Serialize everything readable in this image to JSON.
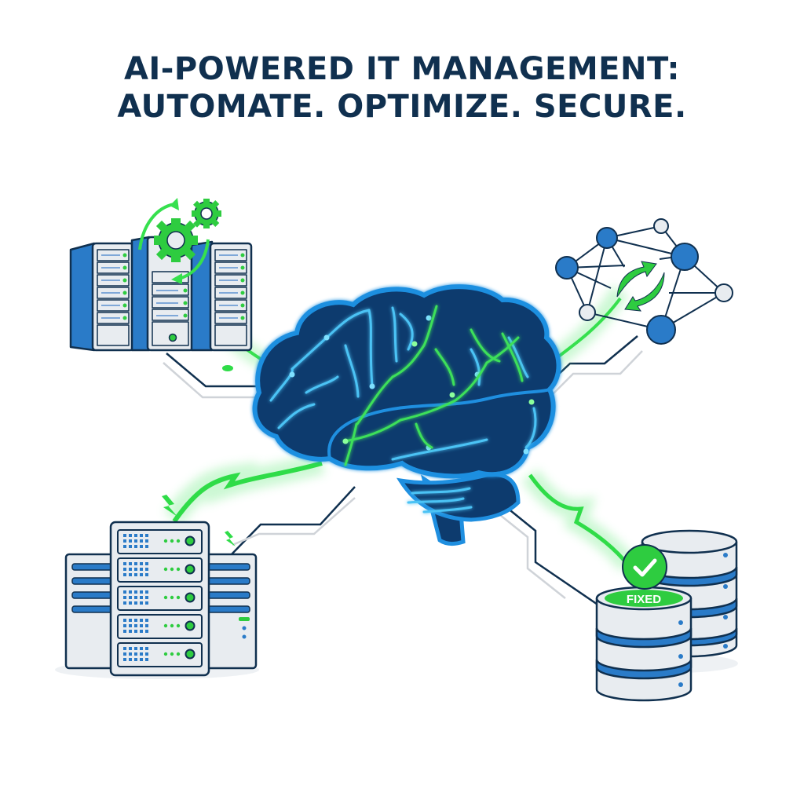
{
  "title": {
    "line1": "AI-POWERED IT MANAGEMENT:",
    "line2": "AUTOMATE. OPTIMIZE. SECURE."
  },
  "center": {
    "icon": "brain-icon",
    "label": "AI brain"
  },
  "nodes": [
    {
      "id": "server-racks",
      "icon": "server-rack-gears-icon",
      "position": "top-left",
      "meaning": "automation"
    },
    {
      "id": "network",
      "icon": "network-sync-icon",
      "position": "top-right",
      "meaning": "optimization"
    },
    {
      "id": "server-tower",
      "icon": "server-tower-icon",
      "position": "bottom-left",
      "meaning": "power"
    },
    {
      "id": "database",
      "icon": "database-icon",
      "position": "bottom-right",
      "meaning": "secure"
    }
  ],
  "database_badge": {
    "label": "FIXED",
    "icon": "checkmark-icon"
  },
  "colors": {
    "title": "#10304f",
    "brain_fill": "#0d3b6e",
    "brain_outline": "#1f8fe0",
    "neural_blue": "#4cc3f5",
    "neural_green": "#3ee05a",
    "accent_green": "#2ecc40",
    "server_blue": "#2a7bc8",
    "server_gray": "#e8ecf0",
    "outline_dark": "#10304f"
  }
}
